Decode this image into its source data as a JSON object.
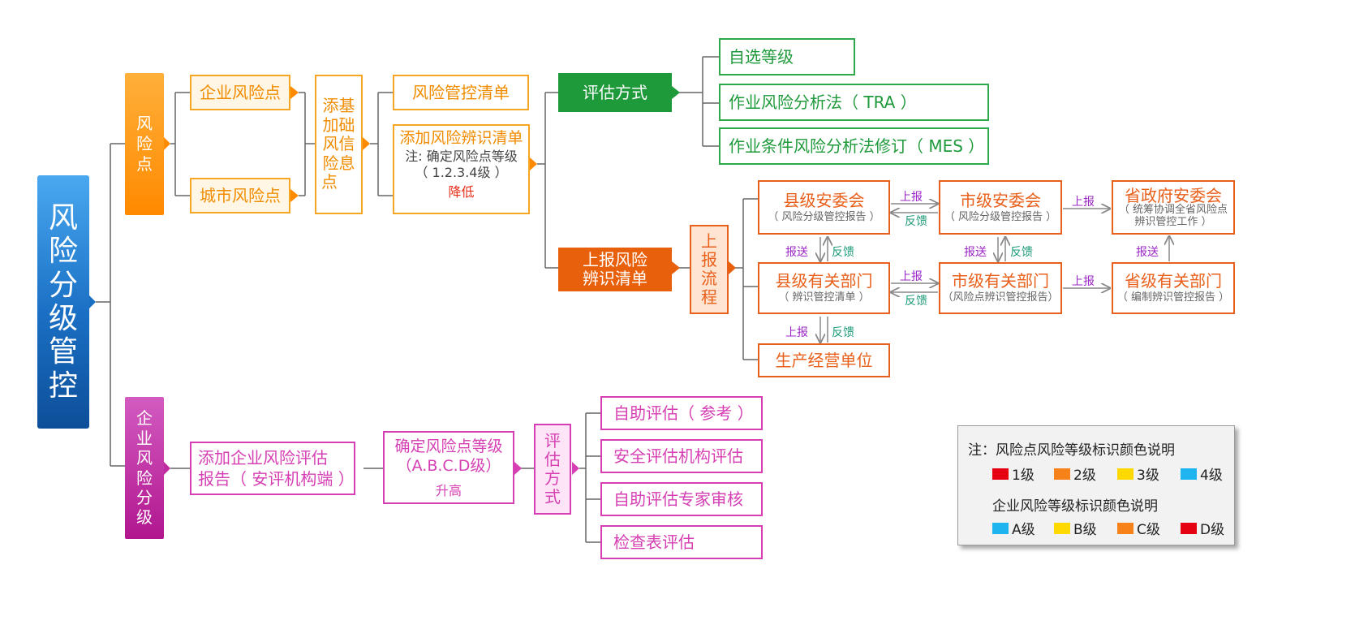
{
  "colors": {
    "blue": "#1a6fc4",
    "orange": "#ff8a00",
    "orange_text": "#f08c00",
    "red_orange": "#e8601b",
    "green": "#1f9a3b",
    "magenta": "#d63fb3",
    "purple_label": "#9b27c6",
    "teal_label": "#1d9a79"
  },
  "root": {
    "label": [
      "风",
      "险",
      "分",
      "级",
      "管",
      "控"
    ]
  },
  "risk_point": {
    "label": [
      "风",
      "险",
      "点"
    ],
    "children": [
      "企业风险点",
      "城市风险点"
    ],
    "basic_info": [
      "添基",
      "加础",
      "风信",
      "险息",
      "点"
    ],
    "checklist": "风险管控清单",
    "identify": {
      "title": "添加风险辨识清单",
      "note": "注: 确定风险点等级",
      "levels": "（ 1.2.3.4级 ）",
      "arrow_label": "降低"
    },
    "eval_method": {
      "label": "评估方式",
      "options": [
        "自选等级",
        "作业风险分析法（ TRA ）",
        "作业条件风险分析法修订（ MES ）"
      ]
    },
    "report": {
      "label": "上报风险辨识清单",
      "label_lines": [
        "上报风险",
        "辨识清单"
      ],
      "flow_label": [
        "上",
        "报",
        "流",
        "程"
      ],
      "nodes": {
        "county_committee": {
          "title": "县级安委会",
          "sub": "（ 风险分级管控报告 ）"
        },
        "city_committee": {
          "title": "市级安委会",
          "sub": "（ 风险分级管控报告 ）"
        },
        "province_committee": {
          "title": "省政府安委会",
          "sub": "（ 统筹协调全省风险点",
          "sub2": "辨识管控工作 ）"
        },
        "county_dept": {
          "title": "县级有关部门",
          "sub": "（ 辨识管控清单 ）"
        },
        "city_dept": {
          "title": "市级有关部门",
          "sub": "（风险点辨识管控报告）"
        },
        "province_dept": {
          "title": "省级有关部门",
          "sub": "（ 编制辨识管控报告 ）"
        },
        "producer": {
          "title": "生产经营单位"
        }
      },
      "edge_labels": {
        "up": "上报",
        "feedback": "反馈",
        "send": "报送"
      }
    }
  },
  "enterprise": {
    "label": [
      "企",
      "业",
      "风",
      "险",
      "分",
      "级"
    ],
    "add_report": [
      "添加企业风险评估",
      "报告（ 安评机构端 ）"
    ],
    "level": {
      "title": "确定风险点等级",
      "levels": "（A.B.C.D级）",
      "arrow_label": "升高"
    },
    "eval_label": [
      "评",
      "估",
      "方",
      "式"
    ],
    "eval_options": [
      "自助评估（ 参考 ）",
      "安全评估机构评估",
      "自助评估专家审核",
      "检查表评估"
    ]
  },
  "legend": {
    "title1": "注：风险点风险等级标识颜色说明",
    "levels1": [
      {
        "label": "1级",
        "color": "#e50012"
      },
      {
        "label": "2级",
        "color": "#f7821a"
      },
      {
        "label": "3级",
        "color": "#ffd900"
      },
      {
        "label": "4级",
        "color": "#1eb4f0"
      }
    ],
    "title2": "企业风险等级标识颜色说明",
    "levels2": [
      {
        "label": "A级",
        "color": "#1eb4f0"
      },
      {
        "label": "B级",
        "color": "#ffd900"
      },
      {
        "label": "C级",
        "color": "#f7821a"
      },
      {
        "label": "D级",
        "color": "#e50012"
      }
    ]
  }
}
